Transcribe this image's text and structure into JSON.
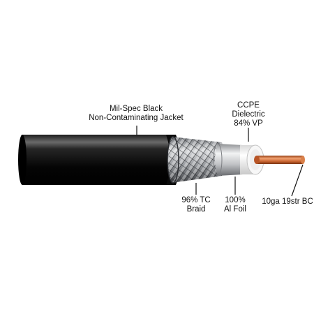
{
  "labels": {
    "jacket": [
      "Mil-Spec Black",
      "Non-Contaminating Jacket"
    ],
    "dielectric": [
      "CCPE",
      "Dielectric",
      "84% VP"
    ],
    "braid": [
      "96% TC",
      "Braid"
    ],
    "foil": [
      "100%",
      "Al Foil"
    ],
    "conductor": [
      "10ga 19str BC"
    ]
  },
  "colors": {
    "jacket": "#0b0b0b",
    "jacket_highlight": "#5a5a5a",
    "braid": "#a9acb0",
    "foil": "#d8d9db",
    "dielectric": "#f4f4f4",
    "conductor": "#c8632f",
    "leader_line": "#111111"
  }
}
